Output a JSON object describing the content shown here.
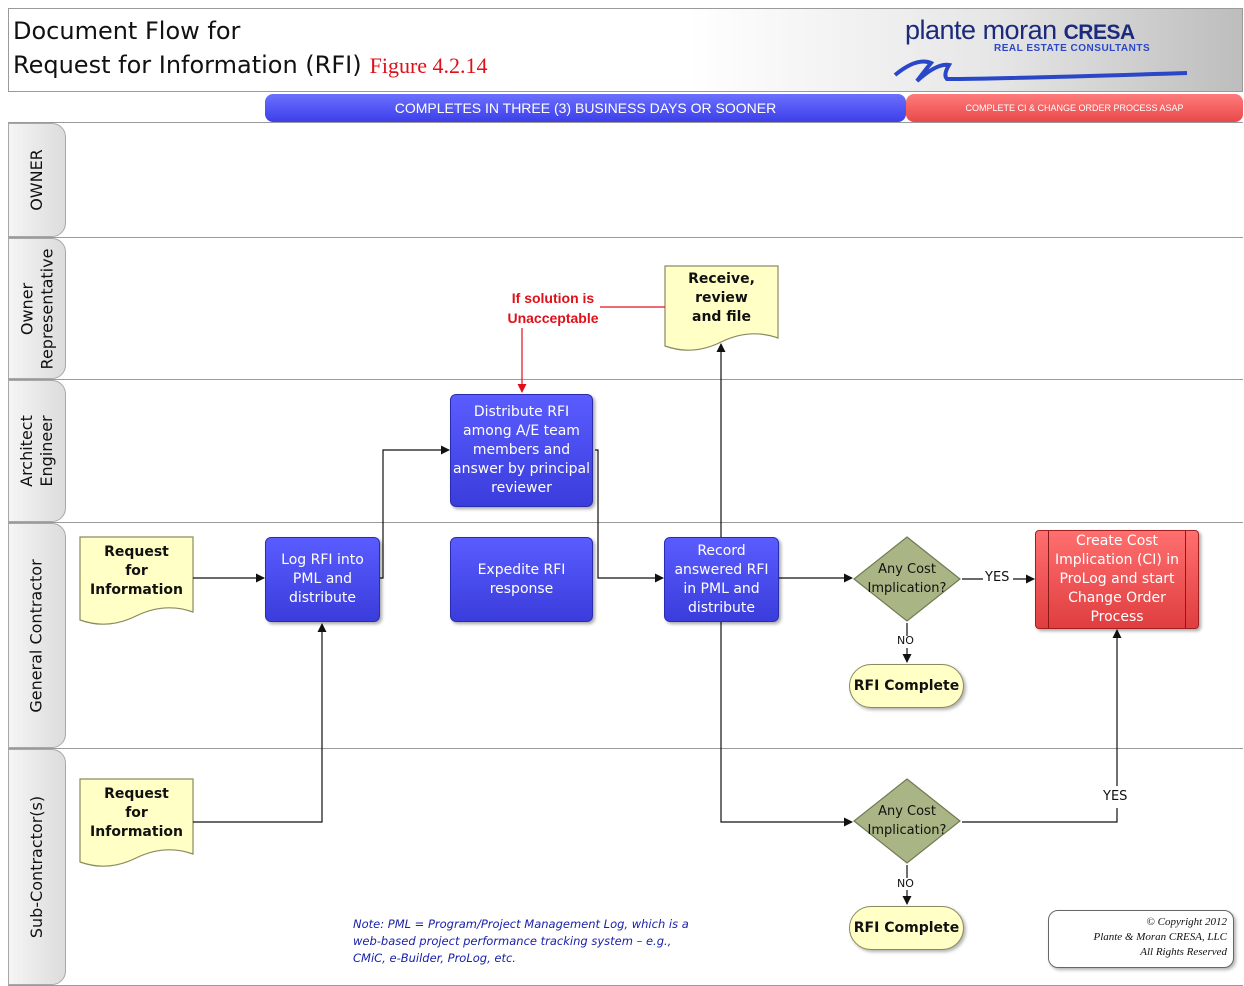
{
  "header": {
    "title_line1": "Document Flow for",
    "title_line2": "Request for Information (RFI)",
    "figure": "Figure 4.2.14",
    "logo_name": "plante moran",
    "logo_name_bold": "CRESA",
    "logo_sub": "REAL ESTATE CONSULTANTS"
  },
  "phases": {
    "blue": "COMPLETES IN THREE (3) BUSINESS DAYS OR SOONER",
    "red": "COMPLETE CI & CHANGE ORDER PROCESS ASAP"
  },
  "lanes": {
    "owner": "OWNER",
    "owner_rep": "Owner\nRepresentative",
    "architect": "Architect\nEngineer",
    "gc": "General Contractor",
    "sub": "Sub-Contractor(s)"
  },
  "nodes": {
    "request_gc": "Request\nfor\nInformation",
    "request_sub": "Request\nfor\nInformation",
    "log_rfi": "Log RFI into\nPML and\ndistribute",
    "distribute": "Distribute RFI\namong A/E team\nmembers and\nanswer by principal\nreviewer",
    "expedite": "Expedite RFI\nresponse",
    "record": "Record\nanswered RFI\nin PML and\ndistribute",
    "receive": "Receive, review\nand file",
    "cost_gc": "Any Cost\nImplication?",
    "cost_sub": "Any Cost\nImplication?",
    "create_ci": "Create Cost\nImplication (CI) in\nProLog and start\nChange Order\nProcess",
    "complete_gc": "RFI Complete",
    "complete_sub": "RFI Complete"
  },
  "labels": {
    "yes_gc": "YES",
    "no_gc": "NO",
    "yes_sub": "YES",
    "no_sub": "NO",
    "unacceptable": "If solution is\nUnacceptable"
  },
  "note": "Note: PML = Program/Project Management Log, which is a web-based project performance tracking system – e.g., CMiC, e-Builder, ProLog, etc.",
  "copyright": "© Copyright 2012\nPlante & Moran CRESA, LLC\nAll Rights Reserved",
  "colors": {
    "process_blue": "#4446e8",
    "change_red": "#e9484a",
    "document_yellow": "#ffffc6",
    "decision_green": "#a9b585",
    "note_blue": "#1a22a8"
  }
}
